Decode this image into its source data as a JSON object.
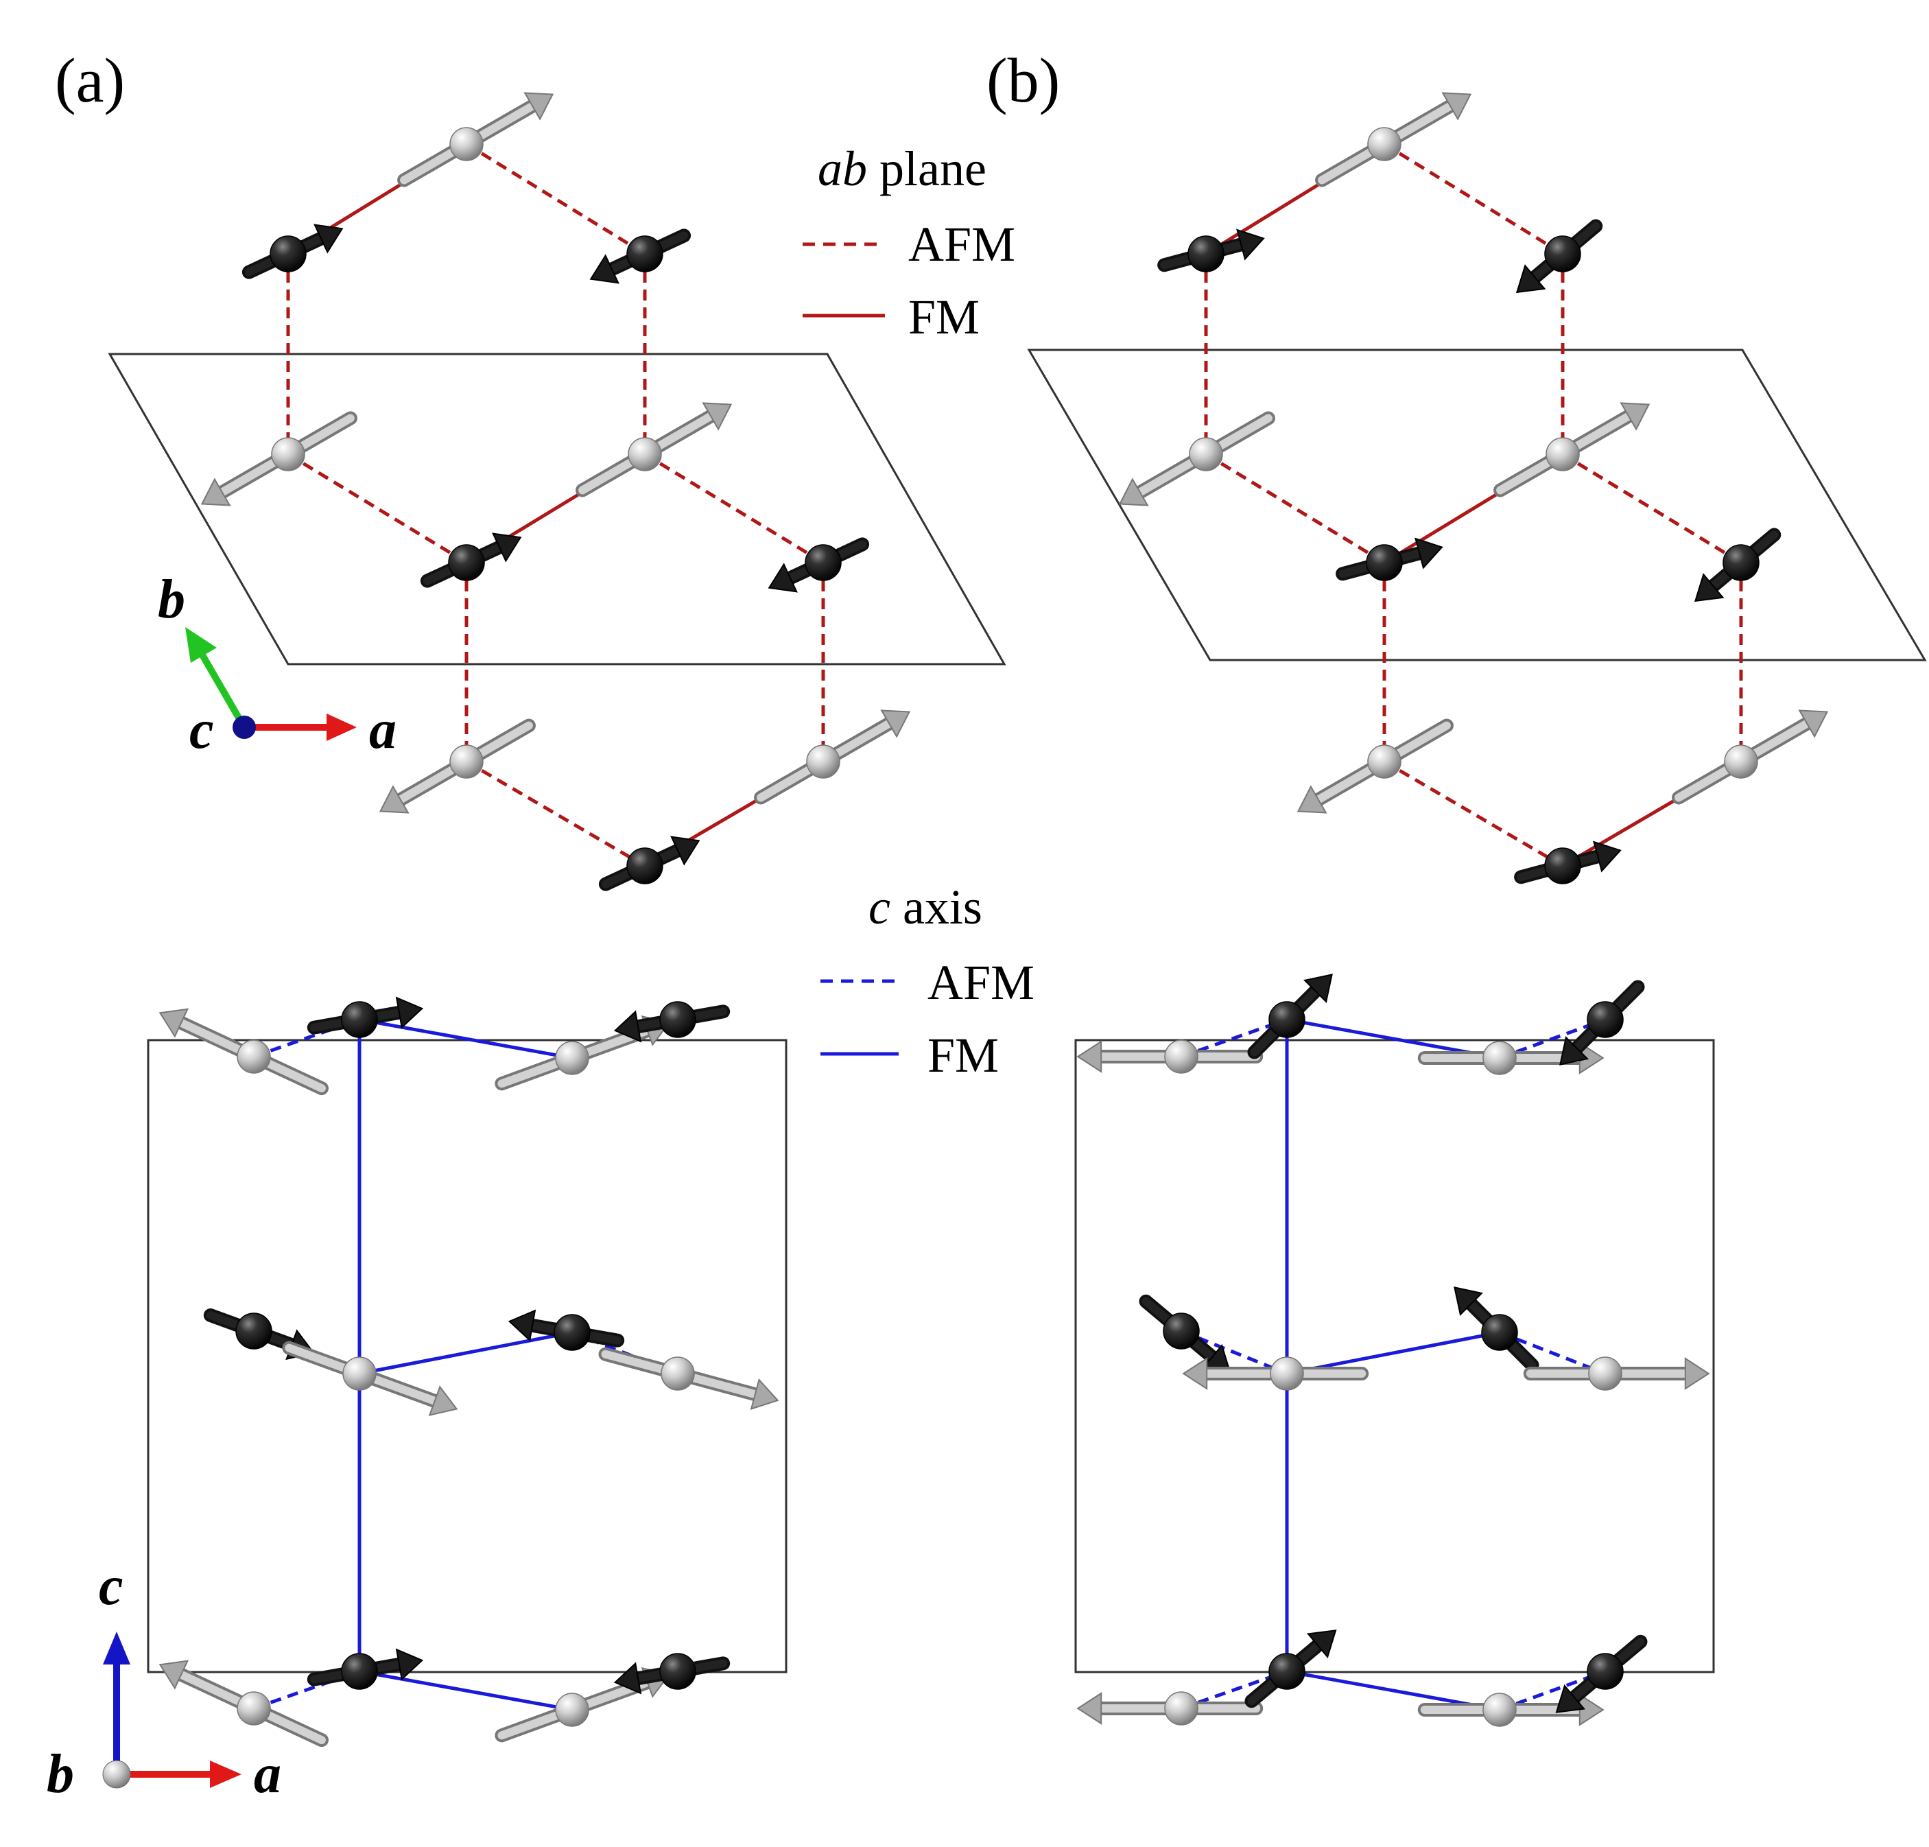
{
  "panels": {
    "a_label": "(a)",
    "b_label": "(b)"
  },
  "legend": {
    "ab": {
      "title_italic": "ab",
      "title_rest": " plane",
      "afm": "AFM",
      "fm": "FM",
      "color": "#b01818"
    },
    "c": {
      "title_italic": "c",
      "title_rest": " axis",
      "afm": "AFM",
      "fm": "FM",
      "color": "#1a1adb"
    }
  },
  "axes": {
    "ab_view": {
      "a": "a",
      "b": "b",
      "c": "c"
    },
    "c_view": {
      "a": "a",
      "b": "b",
      "c": "c"
    }
  },
  "colors": {
    "atom_black": "#1b1b1b",
    "atom_grey": "#c6c6c6",
    "arrow_grey": "#a8a8a8",
    "axis_a": "#e01818",
    "axis_b": "#22c422",
    "axis_c": "#1515c8",
    "cell_line": "#333333"
  }
}
